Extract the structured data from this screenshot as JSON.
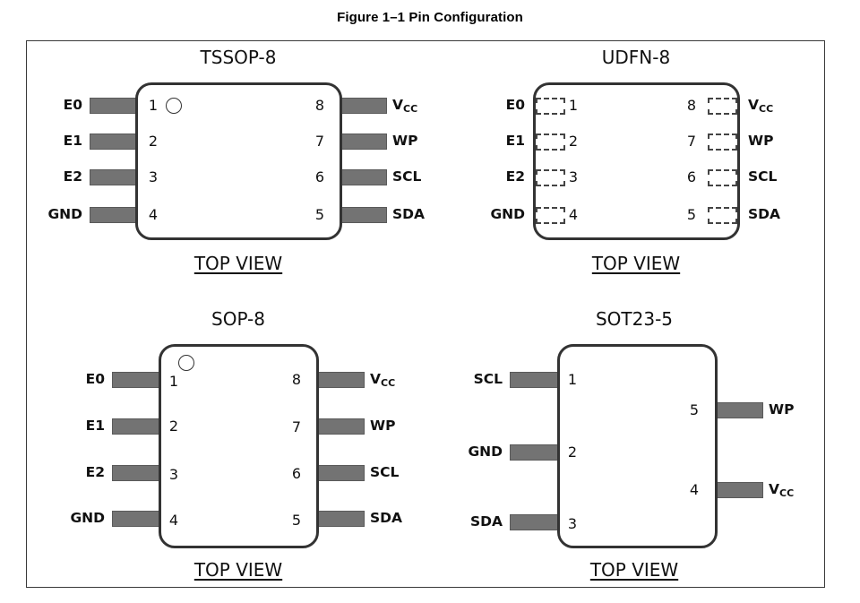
{
  "figure": {
    "title": "Figure 1–1   Pin Configuration"
  },
  "packages": [
    {
      "id": "tssop8",
      "name": "TSSOP-8",
      "view_label": "TOP VIEW",
      "pad_style": "lead",
      "pin1_marker": "circle",
      "pins": [
        {
          "number": "1",
          "name": "E0",
          "side": "left"
        },
        {
          "number": "2",
          "name": "E1",
          "side": "left"
        },
        {
          "number": "3",
          "name": "E2",
          "side": "left"
        },
        {
          "number": "4",
          "name": "GND",
          "side": "left"
        },
        {
          "number": "5",
          "name": "SDA",
          "side": "right"
        },
        {
          "number": "6",
          "name": "SCL",
          "side": "right"
        },
        {
          "number": "7",
          "name": "WP",
          "side": "right"
        },
        {
          "number": "8",
          "name": "V",
          "name_sub": "CC",
          "side": "right"
        }
      ]
    },
    {
      "id": "udfn8",
      "name": "UDFN-8",
      "view_label": "TOP VIEW",
      "pad_style": "dashed-internal-pad",
      "pins": [
        {
          "number": "1",
          "name": "E0",
          "side": "left"
        },
        {
          "number": "2",
          "name": "E1",
          "side": "left"
        },
        {
          "number": "3",
          "name": "E2",
          "side": "left"
        },
        {
          "number": "4",
          "name": "GND",
          "side": "left"
        },
        {
          "number": "5",
          "name": "SDA",
          "side": "right"
        },
        {
          "number": "6",
          "name": "SCL",
          "side": "right"
        },
        {
          "number": "7",
          "name": "WP",
          "side": "right"
        },
        {
          "number": "8",
          "name": "V",
          "name_sub": "CC",
          "side": "right"
        }
      ]
    },
    {
      "id": "sop8",
      "name": "SOP-8",
      "view_label": "TOP VIEW",
      "pad_style": "lead",
      "pin1_marker": "circle",
      "pins": [
        {
          "number": "1",
          "name": "E0",
          "side": "left"
        },
        {
          "number": "2",
          "name": "E1",
          "side": "left"
        },
        {
          "number": "3",
          "name": "E2",
          "side": "left"
        },
        {
          "number": "4",
          "name": "GND",
          "side": "left"
        },
        {
          "number": "5",
          "name": "SDA",
          "side": "right"
        },
        {
          "number": "6",
          "name": "SCL",
          "side": "right"
        },
        {
          "number": "7",
          "name": "WP",
          "side": "right"
        },
        {
          "number": "8",
          "name": "V",
          "name_sub": "CC",
          "side": "right"
        }
      ]
    },
    {
      "id": "sot23-5",
      "name": "SOT23-5",
      "view_label": "TOP VIEW",
      "pad_style": "lead",
      "pins": [
        {
          "number": "1",
          "name": "SCL",
          "side": "left"
        },
        {
          "number": "2",
          "name": "GND",
          "side": "left"
        },
        {
          "number": "3",
          "name": "SDA",
          "side": "left"
        },
        {
          "number": "4",
          "name": "V",
          "name_sub": "CC",
          "side": "right"
        },
        {
          "number": "5",
          "name": "WP",
          "side": "right"
        }
      ]
    }
  ],
  "colors": {
    "lead_fill": "#737373",
    "outline": "#333333",
    "text": "#111111",
    "background": "#ffffff"
  }
}
